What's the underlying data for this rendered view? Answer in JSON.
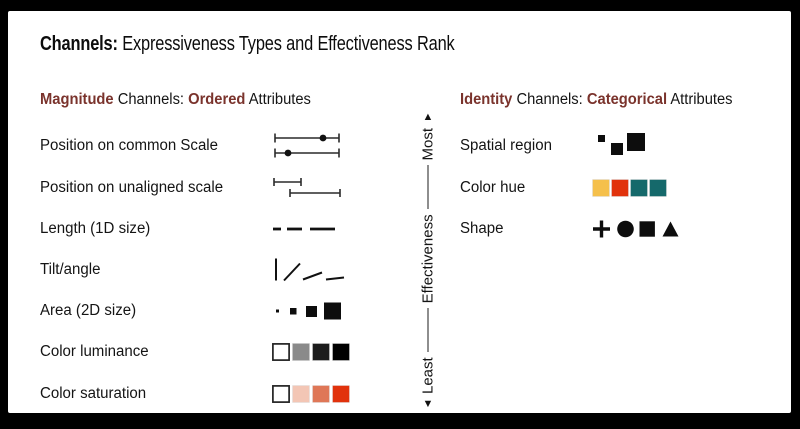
{
  "title": {
    "lead": "Channels:",
    "rest": " Expressiveness Types and Effectiveness Rank"
  },
  "magnitude_section": {
    "header": {
      "term1": "Magnitude",
      "mid": " Channels: ",
      "term2": "Ordered",
      "tail": " Attributes"
    },
    "rows": [
      {
        "label": "Position on common Scale",
        "icon": "position-common-scale"
      },
      {
        "label": "Position on unaligned scale",
        "icon": "position-unaligned-scale"
      },
      {
        "label": "Length (1D size)",
        "icon": "length-1d"
      },
      {
        "label": "Tilt/angle",
        "icon": "tilt-angle"
      },
      {
        "label": "Area (2D size)",
        "icon": "area-2d"
      },
      {
        "label": "Color luminance",
        "icon": "luminance-swatches"
      },
      {
        "label": "Color saturation",
        "icon": "saturation-swatches"
      }
    ]
  },
  "identity_section": {
    "header": {
      "term1": "Identity",
      "mid": " Channels: ",
      "term2": "Categorical",
      "tail": " Attributes"
    },
    "rows": [
      {
        "label": "Spatial region",
        "icon": "spatial-region"
      },
      {
        "label": "Color hue",
        "icon": "hue-swatches"
      },
      {
        "label": "Shape",
        "icon": "shape-glyphs"
      }
    ]
  },
  "axis": {
    "most": "Most",
    "label": "Effectiveness",
    "least": "Least",
    "up_arrow": "▲",
    "down_arrow": "▼"
  },
  "colors": {
    "heading_accent": "#7a332c",
    "ink": "#141414",
    "luminance_swatches": [
      "#ffffff",
      "#8a8a8a",
      "#1c1c1c",
      "#000000"
    ],
    "saturation_swatches": [
      "#ffffff",
      "#f3c6b5",
      "#df7757",
      "#e1320c"
    ],
    "hue_swatches": [
      "#f5c04b",
      "#e1320c",
      "#15696b",
      "#15696b"
    ]
  }
}
